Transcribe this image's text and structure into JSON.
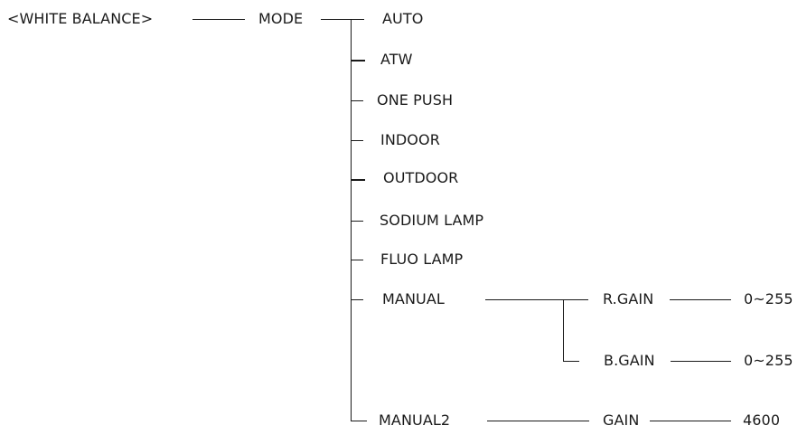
{
  "root": "<WHITE BALANCE>",
  "mode": "MODE",
  "modes": {
    "auto": "AUTO",
    "atw": "ATW",
    "one_push": "ONE PUSH",
    "indoor": "INDOOR",
    "outdoor": "OUTDOOR",
    "sodium_lamp": "SODIUM LAMP",
    "fluo_lamp": "FLUO LAMP",
    "manual": "MANUAL",
    "manual2": "MANUAL2"
  },
  "manual": {
    "r_gain": "R.GAIN",
    "r_gain_range": "0~255",
    "b_gain": "B.GAIN",
    "b_gain_range": "0~255"
  },
  "manual2": {
    "gain": "GAIN",
    "gain_value": "4600"
  }
}
